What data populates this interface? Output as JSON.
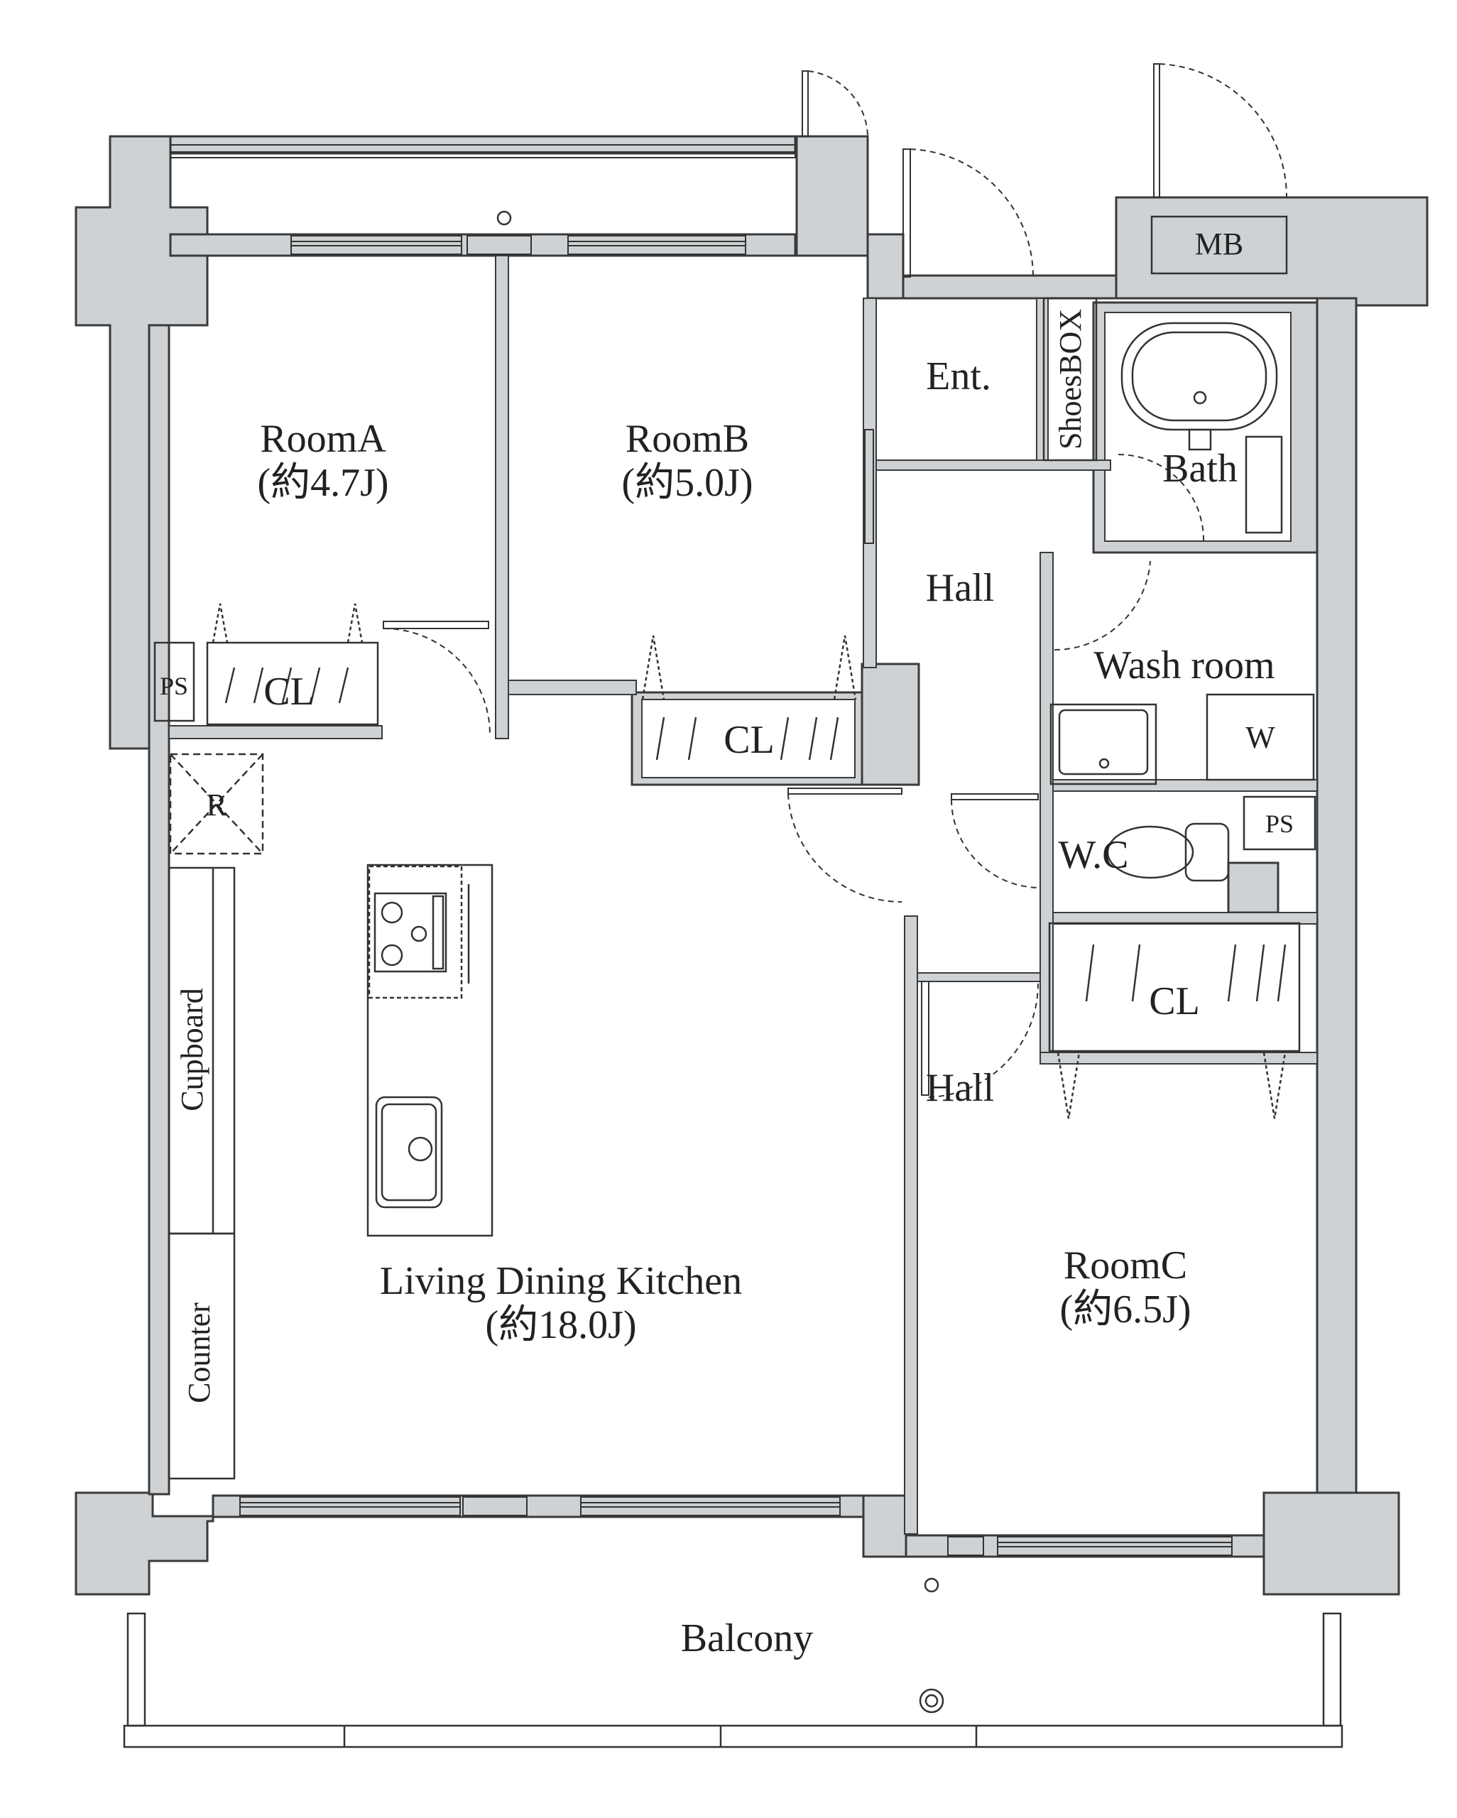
{
  "colors": {
    "wall": "#cfd2d4",
    "wall_stroke": "#3a3a3a",
    "line": "#333333",
    "floor": "#ffffff"
  },
  "labels": {
    "room_a": "RoomA",
    "room_a_size": "(約4.7J)",
    "room_b": "RoomB",
    "room_b_size": "(約5.0J)",
    "room_c": "RoomC",
    "room_c_size": "(約6.5J)",
    "ldk": "Living Dining Kitchen",
    "ldk_size": "(約18.0J)",
    "entrance": "Ent.",
    "shoes_box": "ShoesBOX",
    "mb": "MB",
    "bath": "Bath",
    "hall_top": "Hall",
    "hall_bottom": "Hall",
    "wash_room": "Wash room",
    "washer": "W",
    "wc": "W.C",
    "ps_left": "PS",
    "ps_right": "PS",
    "cl_room_a": "CL",
    "cl_room_b": "CL",
    "cl_room_c": "CL",
    "refrigerator": "R",
    "cupboard": "Cupboard",
    "counter": "Counter",
    "balcony": "Balcony"
  }
}
